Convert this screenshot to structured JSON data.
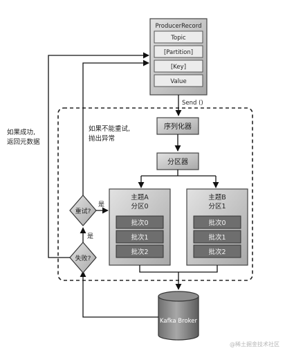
{
  "producer_record": {
    "title": "ProducerRecord",
    "fields": [
      "Topic",
      "[Partition]",
      "[Key]",
      "Value"
    ]
  },
  "send_label": "Send ()",
  "serializer_label": "序列化器",
  "partitioner_label": "分区器",
  "topic_a": {
    "title": "主题A",
    "partition": "分区0",
    "batches": [
      "批次0",
      "批次1",
      "批次2"
    ]
  },
  "topic_b": {
    "title": "主题B",
    "partition": "分区1",
    "batches": [
      "批次0",
      "批次1",
      "批次2"
    ]
  },
  "retry_label": "重试?",
  "fail_label": "失败?",
  "yes_label": "是",
  "yes_label_2": "是",
  "success_note": [
    "如果成功,",
    "返回元数据"
  ],
  "no_retry_note": [
    "如果不能重试,",
    "抛出异常"
  ],
  "broker_label": "Kafka Broker",
  "watermark": "@稀土掘金技术社区"
}
